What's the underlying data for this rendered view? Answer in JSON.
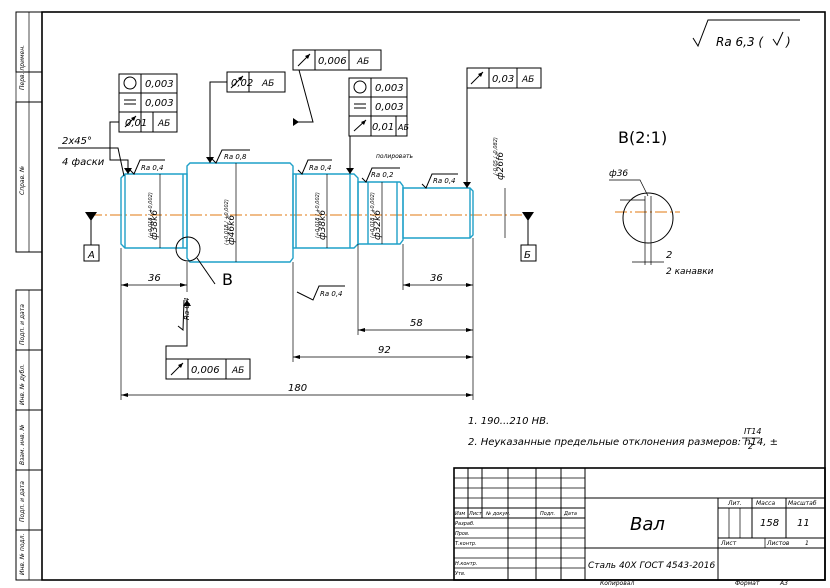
{
  "roughness_general": "Ra 6,3 (",
  "roughness_general_close": ")",
  "frame_labels": [
    "Перв. примен.",
    "Справ. №",
    "Подп. и дата",
    "Инв. № дубл.",
    "Взам. инв. №",
    "Подп. и дата",
    "Инв. № подл."
  ],
  "tolerances": {
    "left_circ": "0,003",
    "left_flat": "0,003",
    "left_runout": "0,01",
    "left_runout_base": "АБ",
    "mid_runout": "0,02",
    "mid_runout_base": "АБ",
    "top_runout": "0,006",
    "top_runout_base": "АБ",
    "right_circ": "0,003",
    "right_flat": "0,003",
    "right_runout": "0,01",
    "right_runout_base": "АБ",
    "end_runout": "0,03",
    "end_runout_base": "АБ",
    "bottom_runout": "0,006",
    "bottom_runout_base": "АБ"
  },
  "chamfer": "2x45°",
  "chamfer_note": "4 фаски",
  "roughness": [
    "Ra 0,4",
    "Ra 0,8",
    "Ra 0,4",
    "Ra 0,2",
    "Ra 0,4",
    "Ra 0,4",
    "Ra 0,4"
  ],
  "polish": "полировать",
  "diameters": {
    "d1": "ф38k6",
    "d1_tol": "(+0,018 / +0,002)",
    "d2": "ф46k6",
    "d2_tol": "(+0,018 / +0,002)",
    "d3": "ф38k6",
    "d3_tol": "(+0,018 / +0,002)",
    "d4": "ф32k6",
    "d4_tol": "(+0,018 / +0,002)",
    "d5": "ф26f6",
    "d5_tol": "(-0,05 / -0,082)"
  },
  "bases": [
    "А",
    "Б"
  ],
  "detail_mark": "В",
  "dims": [
    "36",
    "36",
    "58",
    "92",
    "180"
  ],
  "detail_title": "В(2:1)",
  "detail_d": "ф36",
  "detail_w": "2",
  "detail_note": "2 канавки",
  "notes": [
    "1. 190...210 HB.",
    "2. Неуказанные предельные отклонения размеров: h14, ±"
  ],
  "note_frac_top": "IT14",
  "note_frac_bot": "2",
  "title_block": {
    "name": "Вал",
    "material": "Сталь 40Х ГОСТ 4543-2016",
    "col_headers": [
      "Изм",
      "Лист",
      "№ докум.",
      "Подп.",
      "Дата"
    ],
    "row_labels": [
      "Разраб.",
      "Пров.",
      "Т.контр.",
      "",
      "Н.контр.",
      "Утв."
    ],
    "lit": "Лит.",
    "mass_label": "Масса",
    "scale_label": "Масштаб",
    "mass": "158",
    "scale": "11",
    "sheet_label": "Лист",
    "sheets_label": "Листов",
    "sheets_value": "1",
    "copied": "Копировал",
    "format": "Формат",
    "format_value": "А3"
  }
}
